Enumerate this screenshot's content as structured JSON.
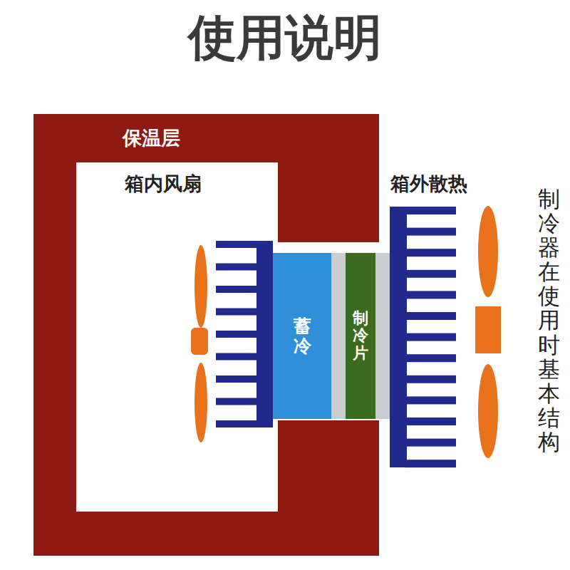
{
  "diagram": {
    "title": "使用说明",
    "nodes": [
      {
        "text": [
          "保温层"
        ]
      },
      {
        "text": [
          "蓄冷"
        ]
      },
      {
        "text": [
          "制冷片"
        ]
      }
    ],
    "labels": [
      "箱内风扇",
      "箱外散热",
      "制冷器在使用时基本结构"
    ]
  }
}
